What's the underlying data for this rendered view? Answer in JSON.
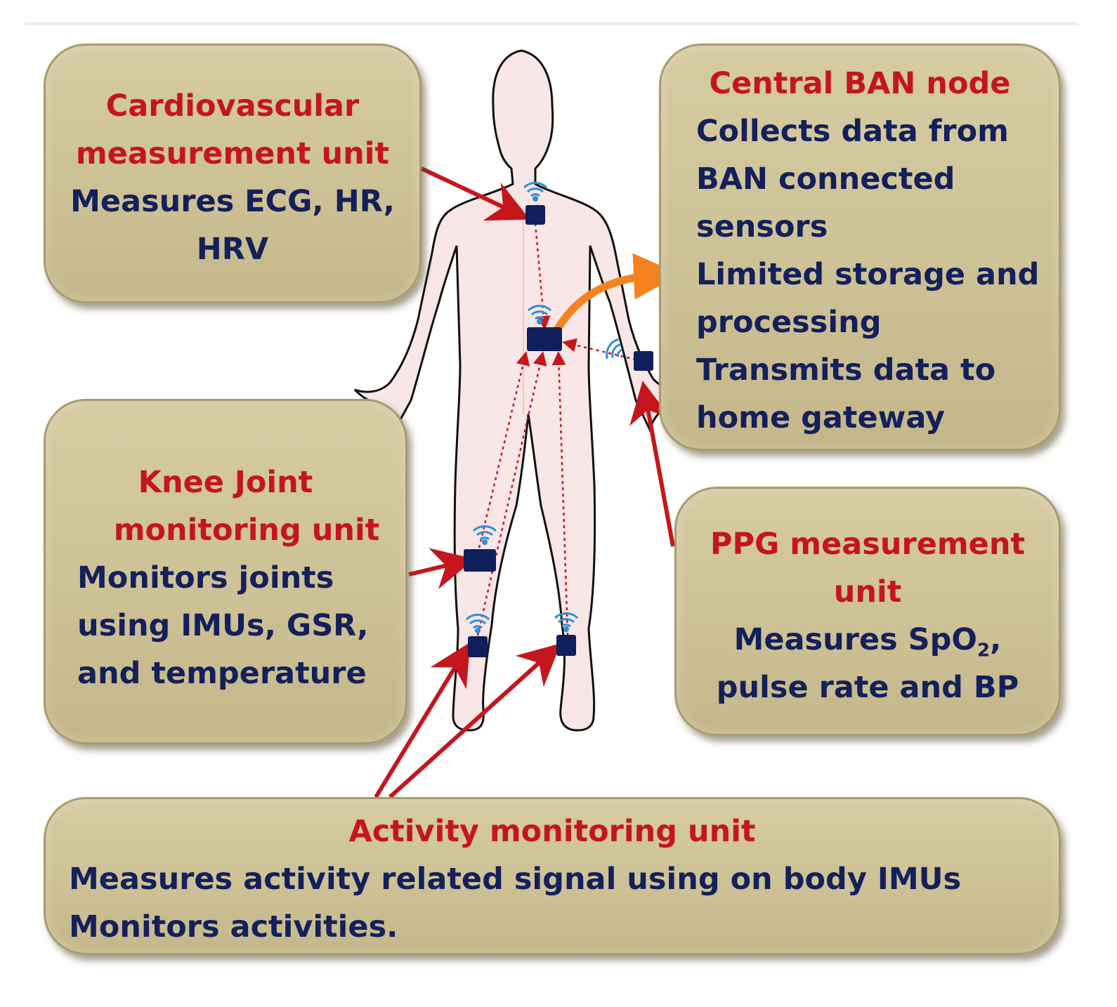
{
  "units": {
    "cardio": {
      "title": [
        "Cardiovascular",
        "measurement unit"
      ],
      "body": [
        "Measures ECG, HR,",
        "HRV"
      ]
    },
    "central": {
      "title": "Central BAN node",
      "body": [
        "Collects data from",
        "BAN connected",
        "sensors",
        "Limited storage and",
        "processing",
        "Transmits data to",
        "home gateway"
      ]
    },
    "knee": {
      "title": [
        "Knee Joint",
        "monitoring unit"
      ],
      "body": [
        "Monitors joints",
        "using IMUs, GSR,",
        "and temperature"
      ]
    },
    "ppg": {
      "title": [
        "PPG measurement",
        "unit"
      ],
      "body_prefix": "Measures SpO",
      "body_sub": "2",
      "body_suffix": ",",
      "body_line2": "pulse rate and BP"
    },
    "activity": {
      "title": "Activity monitoring unit",
      "body": [
        "Measures activity related signal using on body IMUs",
        "Monitors activities."
      ]
    }
  },
  "colors": {
    "box_fill": "#cdc196",
    "box_border": "#a89c6e",
    "title_text": "#c4161c",
    "body_text": "#14205a",
    "body_silhouette": "#f9e6e6",
    "arrow_red": "#c4161c",
    "arrow_orange": "#f58220",
    "sensor": "#0f1f5c",
    "wifi": "#2f8fd8"
  },
  "icons": {
    "sensor": "sensor-node-icon",
    "wireless": "wifi-signal-icon",
    "human": "human-body-silhouette"
  }
}
